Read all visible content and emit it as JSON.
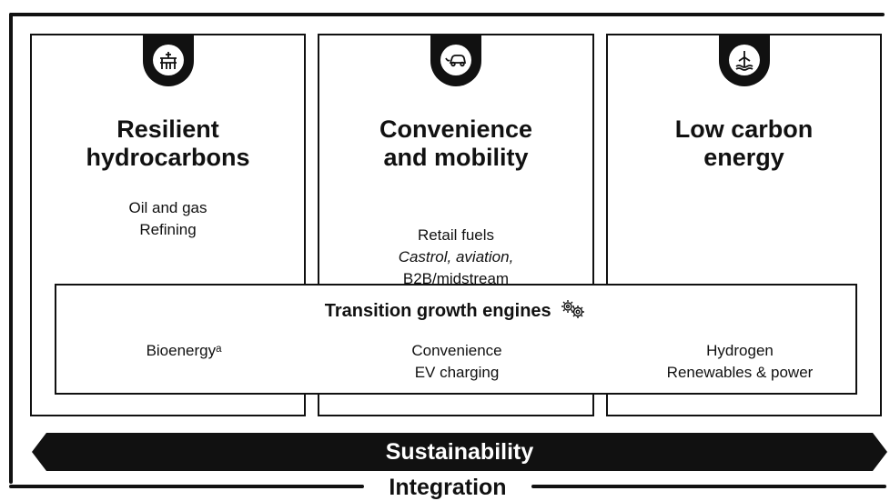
{
  "pillars": [
    {
      "icon": "oil-rig-icon",
      "title": "Resilient\nhydrocarbons",
      "items": [
        "Oil and gas",
        "Refining"
      ]
    },
    {
      "icon": "electric-car-icon",
      "title": "Convenience\nand mobility",
      "items": [
        "Retail fuels",
        "Castrol, aviation,",
        "B2B/midstream"
      ]
    },
    {
      "icon": "wind-turbine-icon",
      "title": "Low carbon\nenergy",
      "items": []
    }
  ],
  "growth_engines": {
    "title": "Transition growth engines",
    "icon": "gears-icon",
    "columns": [
      {
        "line1": "Bioenergyᵃ",
        "line2": ""
      },
      {
        "line1": "Convenience",
        "line2": "EV charging"
      },
      {
        "line1": "Hydrogen",
        "line2": "Renewables & power"
      }
    ]
  },
  "sustainability": {
    "label": "Sustainability"
  },
  "integration": {
    "label": "Integration"
  }
}
